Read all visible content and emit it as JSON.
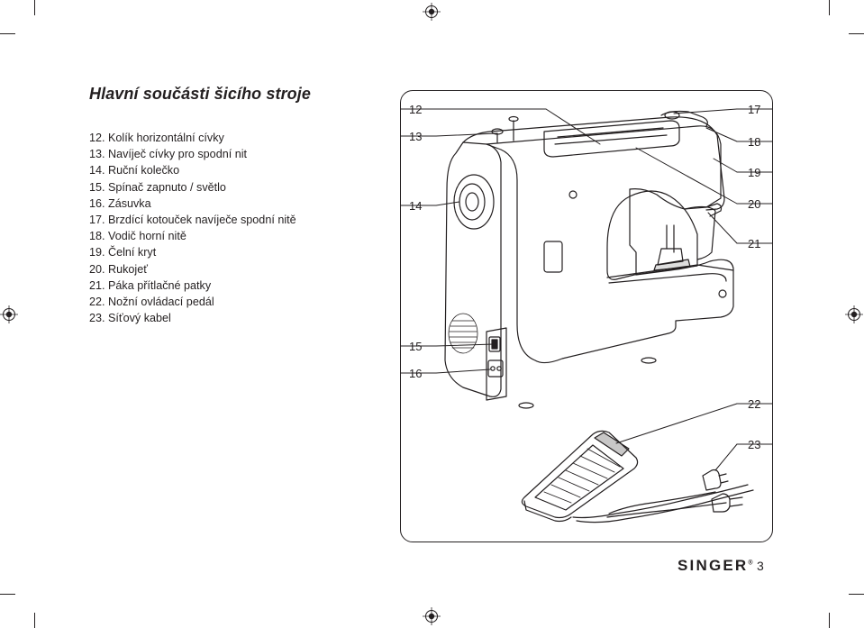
{
  "title": "Hlavní součásti šicího stroje",
  "parts": [
    "12. Kolík horizontální cívky",
    "13. Navíječ cívky pro spodní nit",
    "14. Ruční kolečko",
    "15. Spínač zapnuto / světlo",
    "16. Zásuvka",
    "17. Brzdící kotouček navíječe spodní nitě",
    "18. Vodič horní nitě",
    "19. Čelní kryt",
    "20. Rukojeť",
    "21. Páka přítlačné patky",
    "22. Nožní ovládací pedál",
    "23. Síťový kabel"
  ],
  "callouts": {
    "n12": "12",
    "n13": "13",
    "n14": "14",
    "n15": "15",
    "n16": "16",
    "n17": "17",
    "n18": "18",
    "n19": "19",
    "n20": "20",
    "n21": "21",
    "n22": "22",
    "n23": "23"
  },
  "footer": {
    "brand": "SINGER",
    "trademark": "®",
    "page": "3"
  }
}
